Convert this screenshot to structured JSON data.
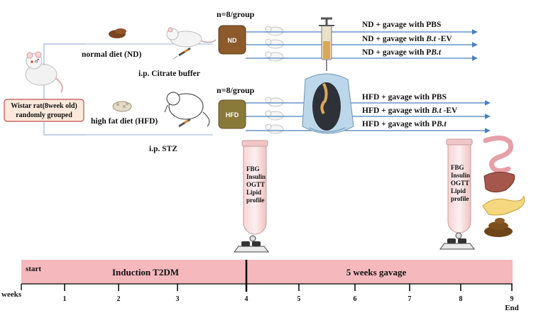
{
  "groups_label_top": "n=8/group",
  "groups_label_bottom": "n=8/group",
  "rat_label_line1": "Wistar rat(8week old)",
  "rat_label_line2": "randomly grouped",
  "sex_symbol": "♂",
  "normal_diet": "normal diet (ND)",
  "high_fat_diet": "high fat diet (HFD)",
  "ip_citrate": "i.p.  Citrate buffer",
  "ip_stz": "i.p.  STZ",
  "nd_box": "ND",
  "hfd_box": "HFD",
  "nd_groups": [
    {
      "prefix": "ND + gavage  with PBS",
      "italic": "",
      "suffix": ""
    },
    {
      "prefix": "ND + gavage  with ",
      "italic": "B.t",
      "suffix": " -EV"
    },
    {
      "prefix": "ND + gavage  with P",
      "italic": "B.t",
      "suffix": ""
    }
  ],
  "hfd_groups": [
    {
      "prefix": "HFD + gavage  with PBS",
      "italic": "",
      "suffix": ""
    },
    {
      "prefix": "HFD + gavage  with ",
      "italic": "B.t",
      "suffix": " -EV"
    },
    {
      "prefix": "HFD + gavage  with P",
      "italic": "B.t",
      "suffix": ""
    }
  ],
  "tube_measures": [
    "FBG",
    "Insulin",
    "OGTT",
    "Lipid",
    "profile"
  ],
  "timeline": {
    "start": "start",
    "phase1": "Induction T2DM",
    "phase2": "5 weeks gavage",
    "weeks_label": "weeks",
    "ticks": [
      "1",
      "2",
      "3",
      "4",
      "5",
      "6",
      "7",
      "8",
      "9"
    ],
    "end": "End"
  },
  "colors": {
    "nd_box": "#8c5a2b",
    "hfd_box": "#8a7a3a",
    "timeline": "#f4b8bd",
    "arrows": "#4a7fc1",
    "label_box_fill": "#fce9dc",
    "label_box_stroke": "#c0504d"
  }
}
